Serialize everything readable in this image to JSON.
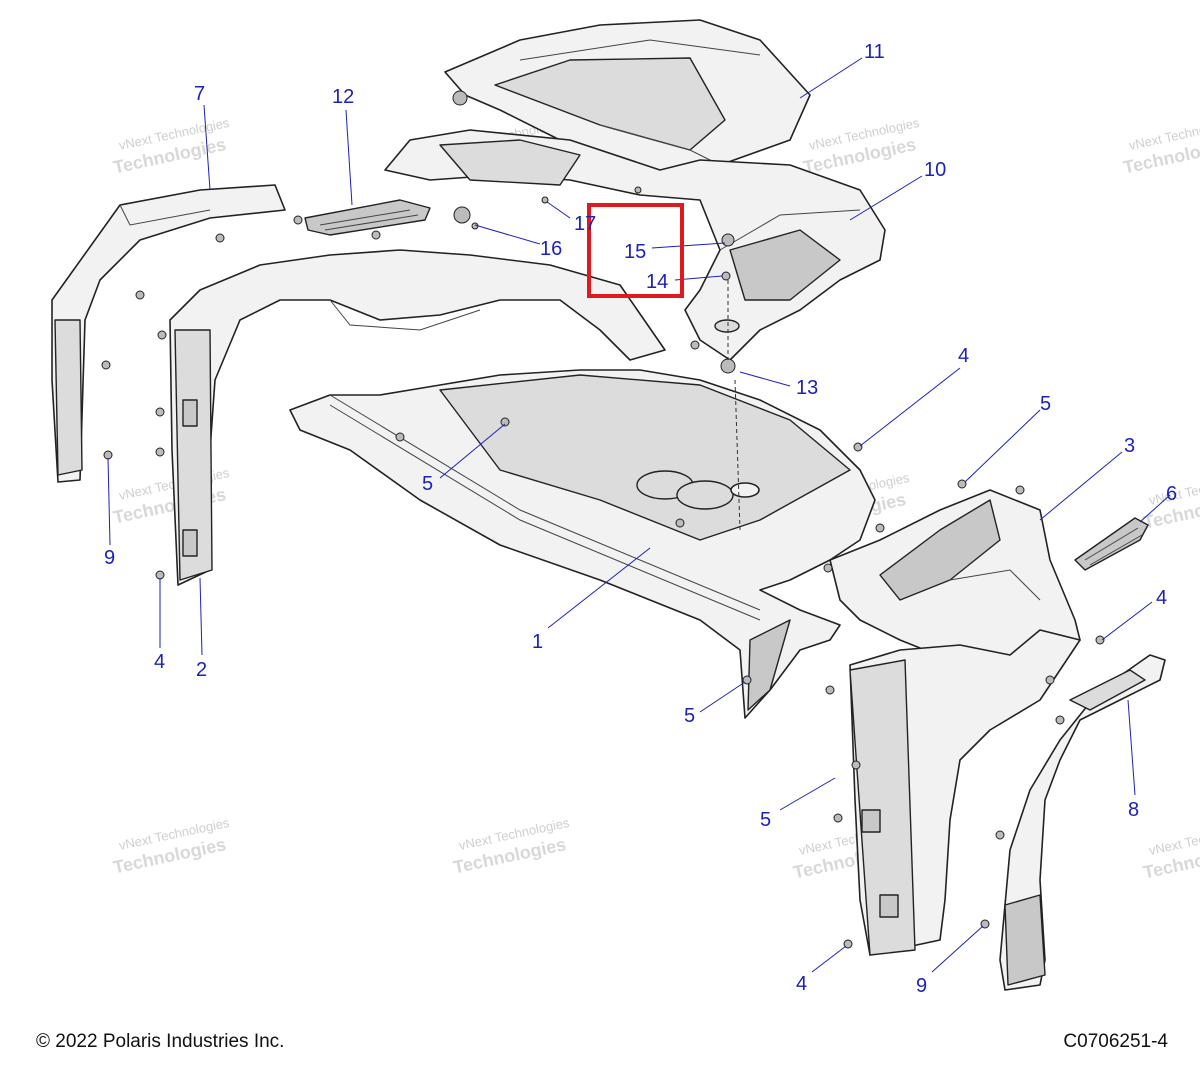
{
  "callouts": [
    {
      "id": "1",
      "label": "1"
    },
    {
      "id": "2",
      "label": "2"
    },
    {
      "id": "3",
      "label": "3"
    },
    {
      "id": "4a",
      "label": "4"
    },
    {
      "id": "4b",
      "label": "4"
    },
    {
      "id": "4c",
      "label": "4"
    },
    {
      "id": "4d",
      "label": "4"
    },
    {
      "id": "5a",
      "label": "5"
    },
    {
      "id": "5b",
      "label": "5"
    },
    {
      "id": "5c",
      "label": "5"
    },
    {
      "id": "5d",
      "label": "5"
    },
    {
      "id": "6",
      "label": "6"
    },
    {
      "id": "7",
      "label": "7"
    },
    {
      "id": "8",
      "label": "8"
    },
    {
      "id": "9a",
      "label": "9"
    },
    {
      "id": "9b",
      "label": "9"
    },
    {
      "id": "10",
      "label": "10"
    },
    {
      "id": "11",
      "label": "11"
    },
    {
      "id": "12",
      "label": "12"
    },
    {
      "id": "13",
      "label": "13"
    },
    {
      "id": "14",
      "label": "14"
    },
    {
      "id": "15",
      "label": "15"
    },
    {
      "id": "16",
      "label": "16"
    },
    {
      "id": "17",
      "label": "17"
    }
  ],
  "watermark": {
    "line1": "vNext Technologies",
    "line2": "vNext",
    "line3": "Technologies"
  },
  "highlight": {
    "color": "#e0191f"
  },
  "footer": {
    "copyright": "© 2022 Polaris Industries Inc.",
    "drawing_number": "C0706251-4"
  },
  "colors": {
    "callout": "#1c22b8",
    "highlight": "#e0191f"
  }
}
